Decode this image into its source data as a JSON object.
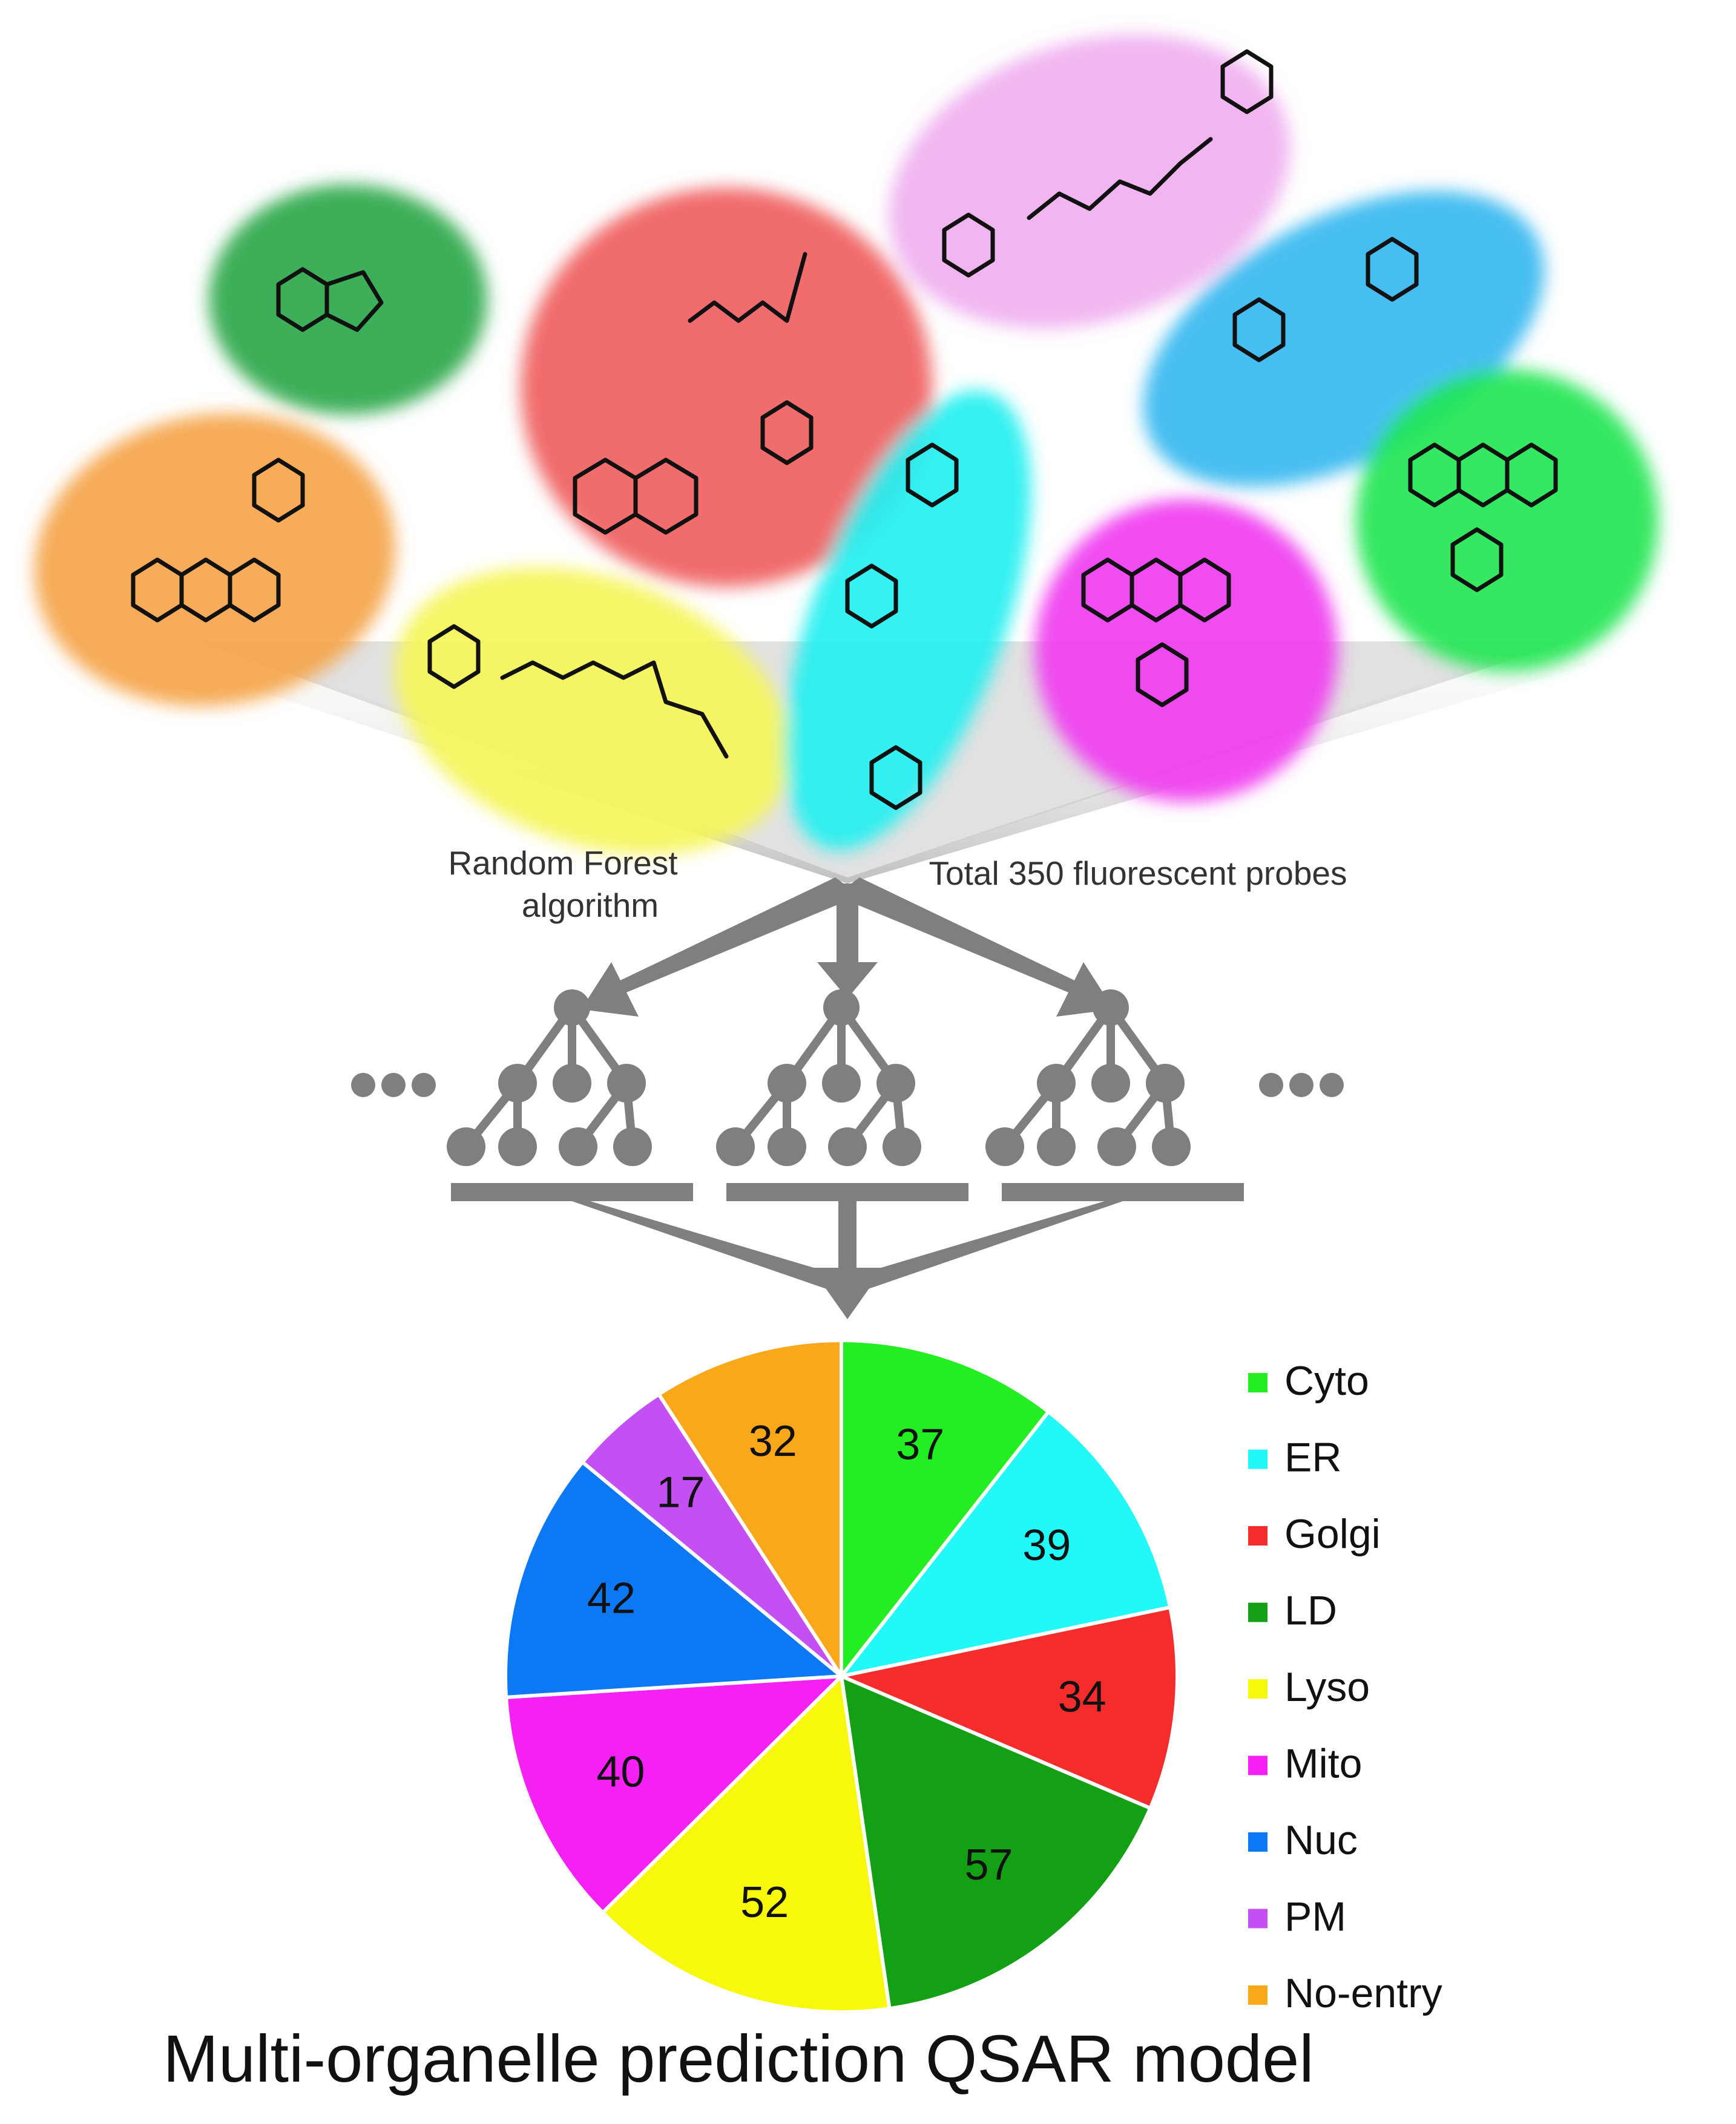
{
  "labels": {
    "algorithm_line1": "Random Forest",
    "algorithm_line2": "algorithm",
    "probes": "Total 350 fluorescent probes",
    "title": "Multi-organelle prediction QSAR model"
  },
  "colors": {
    "arrow": "#7f7f7f",
    "cone": "#d0d0d0"
  },
  "probe_blobs": [
    {
      "name": "orange-probe-blob",
      "color": "#f5a54a"
    },
    {
      "name": "dark-green-probe-blob",
      "color": "#2aa84a"
    },
    {
      "name": "red-probe-blob",
      "color": "#f06060"
    },
    {
      "name": "pink-probe-blob",
      "color": "#f0b0f0"
    },
    {
      "name": "blue-probe-blob",
      "color": "#38b8f0"
    },
    {
      "name": "yellow-probe-blob",
      "color": "#f5f55a"
    },
    {
      "name": "cyan-probe-blob",
      "color": "#22f0f0"
    },
    {
      "name": "magenta-probe-blob",
      "color": "#f03cf0"
    },
    {
      "name": "green-probe-blob",
      "color": "#22e655"
    }
  ],
  "chart_data": {
    "type": "pie",
    "start_angle_deg": 0,
    "direction": "clockwise",
    "slices": [
      {
        "label": "Cyto",
        "value": 37,
        "color": "#22ee22"
      },
      {
        "label": "ER",
        "value": 39,
        "color": "#22f8f8"
      },
      {
        "label": "Golgi",
        "value": 34,
        "color": "#f42c2c"
      },
      {
        "label": "LD",
        "value": 57,
        "color": "#14a014"
      },
      {
        "label": "Lyso",
        "value": 52,
        "color": "#f8f80c"
      },
      {
        "label": "Mito",
        "value": 40,
        "color": "#f420f4"
      },
      {
        "label": "Nuc",
        "value": 42,
        "color": "#0c78f4"
      },
      {
        "label": "PM",
        "value": 17,
        "color": "#c450f4"
      },
      {
        "label": "No-entry",
        "value": 32,
        "color": "#f8a818"
      }
    ],
    "legend_position": "right"
  }
}
